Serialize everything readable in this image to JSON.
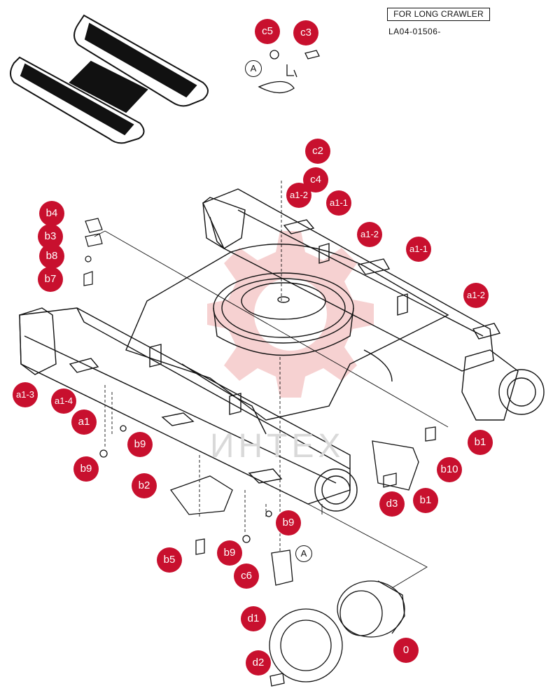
{
  "header": {
    "title": "FOR LONG CRAWLER",
    "code": "LA04-01506-"
  },
  "watermark": {
    "text": "ИНТЕХ"
  },
  "colors": {
    "callout": "#c8102e",
    "line": "#111111",
    "watermark_gear": "#f4c6c6"
  },
  "letter_markers": [
    "A",
    "A"
  ],
  "callouts": [
    "c5",
    "c3",
    "c2",
    "c4",
    "a1-2",
    "a1-1",
    "a1-2",
    "a1-1",
    "a1-2",
    "b4",
    "b3",
    "b8",
    "b7",
    "a1-3",
    "a1-4",
    "a1",
    "b9",
    "b9",
    "b1",
    "b10",
    "b1",
    "d3",
    "b2",
    "b9",
    "b9",
    "b5",
    "c6",
    "d1",
    "0",
    "d2"
  ]
}
